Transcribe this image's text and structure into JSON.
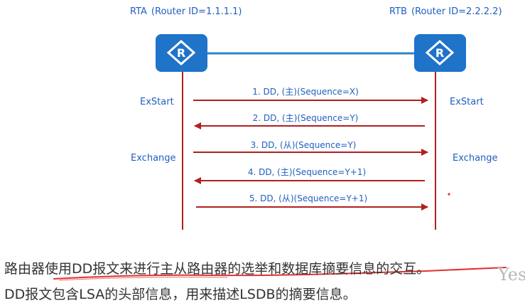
{
  "routers": [
    {
      "name": "RTA",
      "id_label": "(Router ID=1.1.1.1)",
      "icon_glyph": "R",
      "left_state_top": "ExStart",
      "left_state_bottom": "Exchange"
    },
    {
      "name": "RTB",
      "id_label": "(Router ID=2.2.2.2)",
      "icon_glyph": "R",
      "right_state_top": "ExStart",
      "right_state_bottom": "Exchange"
    }
  ],
  "messages": [
    {
      "label": "1. DD, (主)(Sequence=X)",
      "direction": "right"
    },
    {
      "label": "2. DD, (主)(Sequence=Y)",
      "direction": "left"
    },
    {
      "label": "3. DD, (从)(Sequence=Y)",
      "direction": "right"
    },
    {
      "label": "4. DD, (主)(Sequence=Y+1)",
      "direction": "left"
    },
    {
      "label": "5. DD, (从)(Sequence=Y+1)",
      "direction": "right"
    }
  ],
  "caption": {
    "line1": "路由器使用DD报文来进行主从路由器的选举和数据库摘要信息的交互。",
    "line2": "DD报文包含LSA的头部信息，用来描述LSDB的摘要信息。",
    "overlay_text": "Yes"
  },
  "colors": {
    "router_blue": "#1f73c9",
    "link_blue": "#2e86c9",
    "lifeline_red": "#b11f1f",
    "label_blue": "#1f5fbf",
    "annotation_red": "#e03131"
  }
}
